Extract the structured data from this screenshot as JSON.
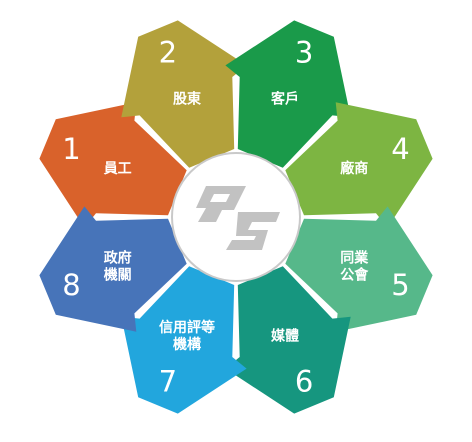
{
  "center": {
    "logo_icon": "logo-95-icon",
    "logo_text": "95"
  },
  "segments": [
    {
      "num": "1",
      "label_lines": [
        "員工"
      ],
      "color": "#d9622b"
    },
    {
      "num": "2",
      "label_lines": [
        "股東"
      ],
      "color": "#b3a13b"
    },
    {
      "num": "3",
      "label_lines": [
        "客戶"
      ],
      "color": "#1a9a4a"
    },
    {
      "num": "4",
      "label_lines": [
        "廠商"
      ],
      "color": "#7db542"
    },
    {
      "num": "5",
      "label_lines": [
        "同業",
        "公會"
      ],
      "color": "#56b88a"
    },
    {
      "num": "6",
      "label_lines": [
        "媒體"
      ],
      "color": "#16967f"
    },
    {
      "num": "7",
      "label_lines": [
        "信用評等",
        "機構"
      ],
      "color": "#22a6dd"
    },
    {
      "num": "8",
      "label_lines": [
        "政府",
        "機關"
      ],
      "color": "#4774b9"
    }
  ]
}
